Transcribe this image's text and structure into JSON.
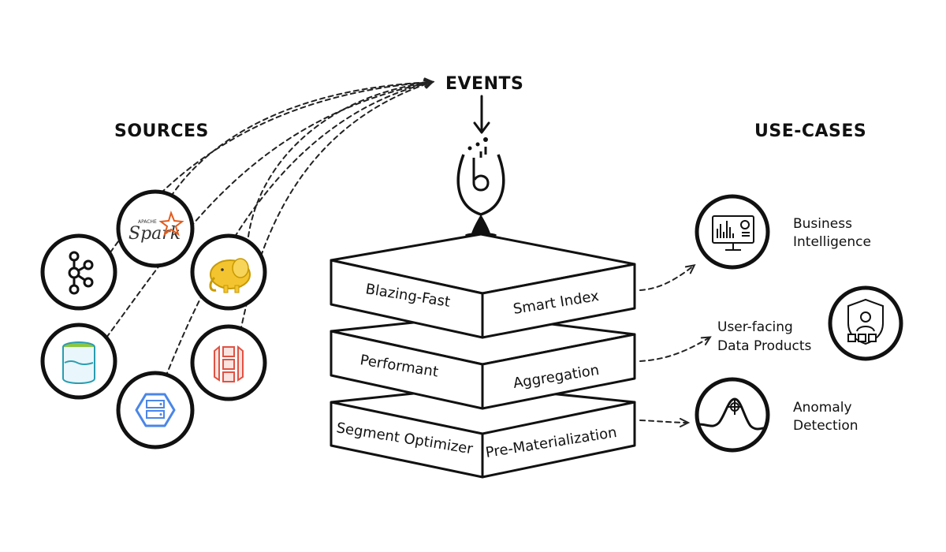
{
  "headers": {
    "events": "EVENTS",
    "sources": "SOURCES",
    "use_cases": "USE-CASES"
  },
  "sources": [
    {
      "name": "kafka",
      "icon": "kafka-icon"
    },
    {
      "name": "spark",
      "icon": "spark-icon",
      "logo_text": "Spark",
      "logo_small": "APACHE"
    },
    {
      "name": "hadoop",
      "icon": "hadoop-elephant-icon"
    },
    {
      "name": "delta-lake",
      "icon": "data-lake-bucket-icon"
    },
    {
      "name": "google-cloud",
      "icon": "hexagon-storage-icon"
    },
    {
      "name": "s3",
      "icon": "s3-bucket-icon"
    }
  ],
  "layers": [
    {
      "left": "Blazing-Fast",
      "right": "Smart Index"
    },
    {
      "left": "Performant",
      "right": "Aggregation"
    },
    {
      "left": "Segment Optimizer",
      "right": "Pre-Materialization"
    }
  ],
  "use_cases": [
    {
      "line1": "Business",
      "line2": "Intelligence",
      "icon": "dashboard-monitor-icon"
    },
    {
      "line1": "User-facing",
      "line2": "Data Products",
      "icon": "user-shield-icon"
    },
    {
      "line1": "Anomaly",
      "line2": "Detection",
      "icon": "anomaly-graph-icon"
    }
  ],
  "colors": {
    "ink": "#111111",
    "spark_orange": "#e25a1c",
    "hadoop_yellow": "#f4c430",
    "lake_teal": "#2a9db0",
    "lake_green": "#8cc63f",
    "gcp_blue": "#4a86e8",
    "s3_red": "#e05243"
  }
}
